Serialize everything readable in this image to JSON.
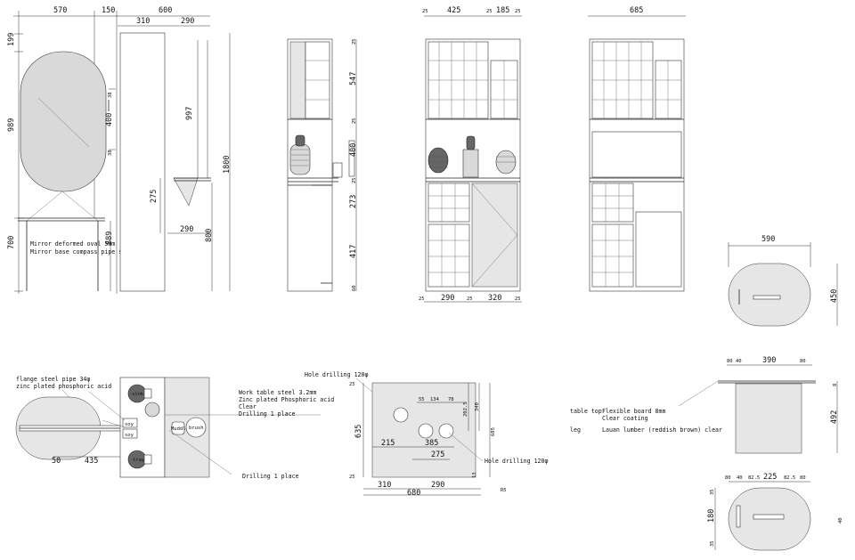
{
  "mirror_elevation": {
    "dims_top": [
      "570",
      "150"
    ],
    "dims_left": [
      "199",
      "989",
      "700"
    ],
    "dims_mid": [
      "38",
      "400",
      "38"
    ],
    "dim_889": "889",
    "notes": [
      "Mirror deformed oval 5mm",
      "Mirror base compass pipe scissors"
    ]
  },
  "side_elevation": {
    "dims_top": [
      "600",
      "310",
      "290"
    ],
    "dims": [
      "997",
      "1800",
      "275",
      "290",
      "800"
    ]
  },
  "shelf_side": {
    "dims": [
      "25",
      "547",
      "25",
      "400",
      "25",
      "273",
      "417",
      "60"
    ]
  },
  "shelf_front": {
    "dims_top": [
      "25",
      "425",
      "25",
      "185",
      "25"
    ],
    "dims_bottom": [
      "25",
      "290",
      "25",
      "320",
      "25"
    ]
  },
  "shelf_rear": {
    "dim_top": "685"
  },
  "table_plan": {
    "dim_w": "590",
    "dim_h": "450"
  },
  "table_elev": {
    "dims_top": [
      "80",
      "40",
      "390",
      "80"
    ],
    "dims_right": [
      "8",
      "492"
    ],
    "notes": [
      "table top",
      "Flexible board 8mm",
      "Clear coating",
      "leg",
      "Lauan lumber (reddish brown) clear"
    ]
  },
  "table_top_plan": {
    "dims_top": [
      "80",
      "40",
      "82.5",
      "225",
      "82.5",
      "80"
    ],
    "dims_left": [
      "35",
      "180",
      "35"
    ],
    "dim_right": "40"
  },
  "mirror_plan": {
    "notes": [
      "flange steel pipe 34φ",
      "zinc plated phosphoric acid"
    ],
    "dims": [
      "50",
      "435"
    ]
  },
  "work_plan": {
    "labels": [
      "sink",
      "soy",
      "soy",
      "tray",
      "Muddler",
      "brush"
    ],
    "notes": [
      "Work table steel 3.2mm",
      "Zinc plated Phosphoric acid",
      "Clear",
      "Drilling 1 place",
      "Drilling 1 place"
    ]
  },
  "drill_plan": {
    "notes": [
      "Hole drilling 120φ",
      "Hole drilling 120φ"
    ],
    "dims": [
      "25",
      "55",
      "134",
      "78",
      "202.5",
      "340",
      "635",
      "685",
      "215",
      "385",
      "275",
      "13",
      "310",
      "290",
      "680",
      "25",
      "R5"
    ]
  }
}
